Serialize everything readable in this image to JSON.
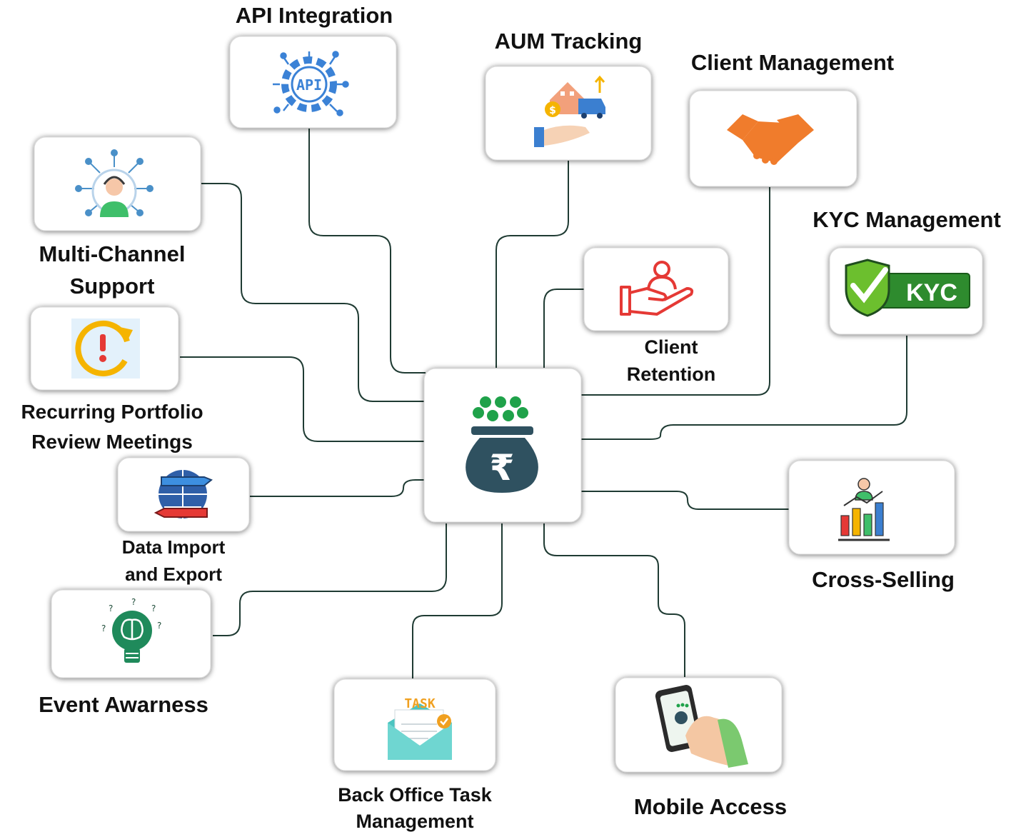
{
  "center": {
    "icon": "rupee-money-pot-icon"
  },
  "features": [
    {
      "id": "api-integration",
      "lines": [
        "API Integration"
      ],
      "icon": "api-gear-icon"
    },
    {
      "id": "aum-tracking",
      "lines": [
        "AUM Tracking"
      ],
      "icon": "assets-hand-icon"
    },
    {
      "id": "client-management",
      "lines": [
        "Client Management"
      ],
      "icon": "handshake-icon"
    },
    {
      "id": "kyc-management",
      "lines": [
        "KYC Management"
      ],
      "icon": "kyc-shield-icon"
    },
    {
      "id": "client-retention",
      "lines": [
        "Client",
        "Retention"
      ],
      "icon": "hand-person-icon"
    },
    {
      "id": "multi-channel-support",
      "lines": [
        "Multi-Channel",
        "Support"
      ],
      "icon": "support-agent-network-icon"
    },
    {
      "id": "recurring-review",
      "lines": [
        "Recurring Portfolio",
        "Review Meetings"
      ],
      "icon": "recurring-alert-icon"
    },
    {
      "id": "data-import-export",
      "lines": [
        "Data Import",
        "and Export"
      ],
      "icon": "data-transfer-globe-icon"
    },
    {
      "id": "event-awareness",
      "lines": [
        "Event Awarness"
      ],
      "icon": "lightbulb-brain-icon"
    },
    {
      "id": "back-office-task",
      "lines": [
        "Back Office Task",
        "Management"
      ],
      "icon": "task-envelope-icon"
    },
    {
      "id": "mobile-access",
      "lines": [
        "Mobile Access"
      ],
      "icon": "phone-in-hand-icon"
    },
    {
      "id": "cross-selling",
      "lines": [
        "Cross-Selling"
      ],
      "icon": "growth-chart-person-icon"
    }
  ],
  "icon_text": {
    "api": "API",
    "kyc": "KYC",
    "task": "TASK",
    "rupee": "₹"
  },
  "colors": {
    "connector": "#1f3b33",
    "pot": "#2f5160",
    "pot_coins": "#1fa24a",
    "api_blue": "#3b82d6",
    "handshake": "#f07c2c",
    "kyc_green": "#2e8b2e",
    "retention_red": "#e53935",
    "support_blue": "#4a90c8",
    "task_teal": "#4cc4c0",
    "task_orange": "#f0a020"
  }
}
